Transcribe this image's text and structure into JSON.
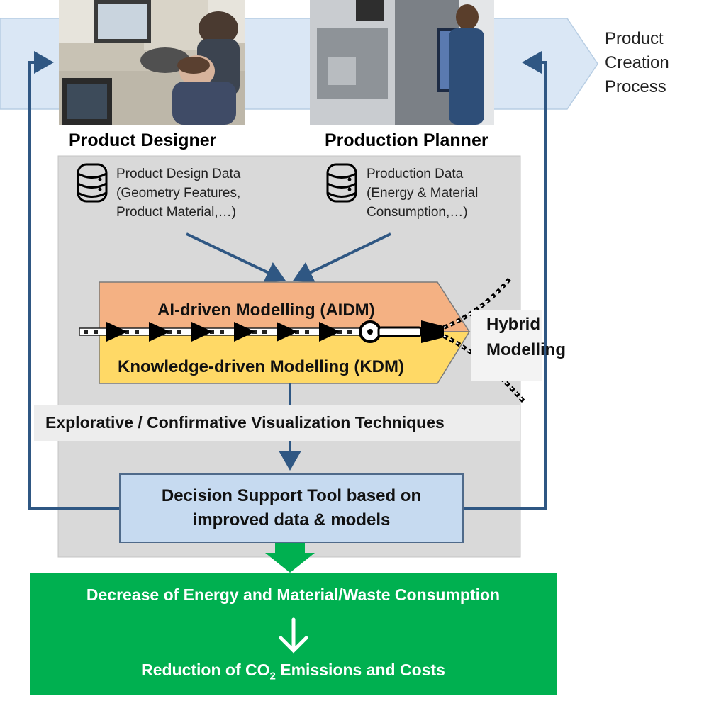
{
  "process_label": [
    "Product",
    "Creation",
    "Process"
  ],
  "roles": {
    "designer": "Product Designer",
    "planner": "Production Planner"
  },
  "data_sources": {
    "designer": [
      "Product Design Data",
      "(Geometry Features,",
      "Product Material,…)"
    ],
    "planner": [
      "Production Data",
      "(Energy & Material",
      "Consumption,…)"
    ]
  },
  "modelling": {
    "ai": "AI-driven Modelling (AIDM)",
    "knowledge": "Knowledge-driven Modelling (KDM)",
    "hybrid": [
      "Hybrid",
      "Modelling"
    ]
  },
  "visualization": "Explorative / Confirmative Visualization Techniques",
  "decision_tool": [
    "Decision Support Tool based on",
    "improved data & models"
  ],
  "outcome": {
    "line1": "Decrease of Energy and Material/Waste Consumption",
    "line2_prefix": "Reduction of CO",
    "line2_sub": "2",
    "line2_suffix": " Emissions and Costs"
  },
  "icons": [
    "database-icon",
    "zipper-icon",
    "arrow-down-icon",
    "photo-designer",
    "photo-planner"
  ],
  "colors": {
    "process_band": "#dae7f5",
    "grey_panel": "#d9d9d9",
    "ai_fill": "#f4b183",
    "kdm_fill": "#ffd966",
    "arrow": "#2f5783",
    "decision_fill": "#c6daf0",
    "outcome_fill": "#00b050"
  }
}
